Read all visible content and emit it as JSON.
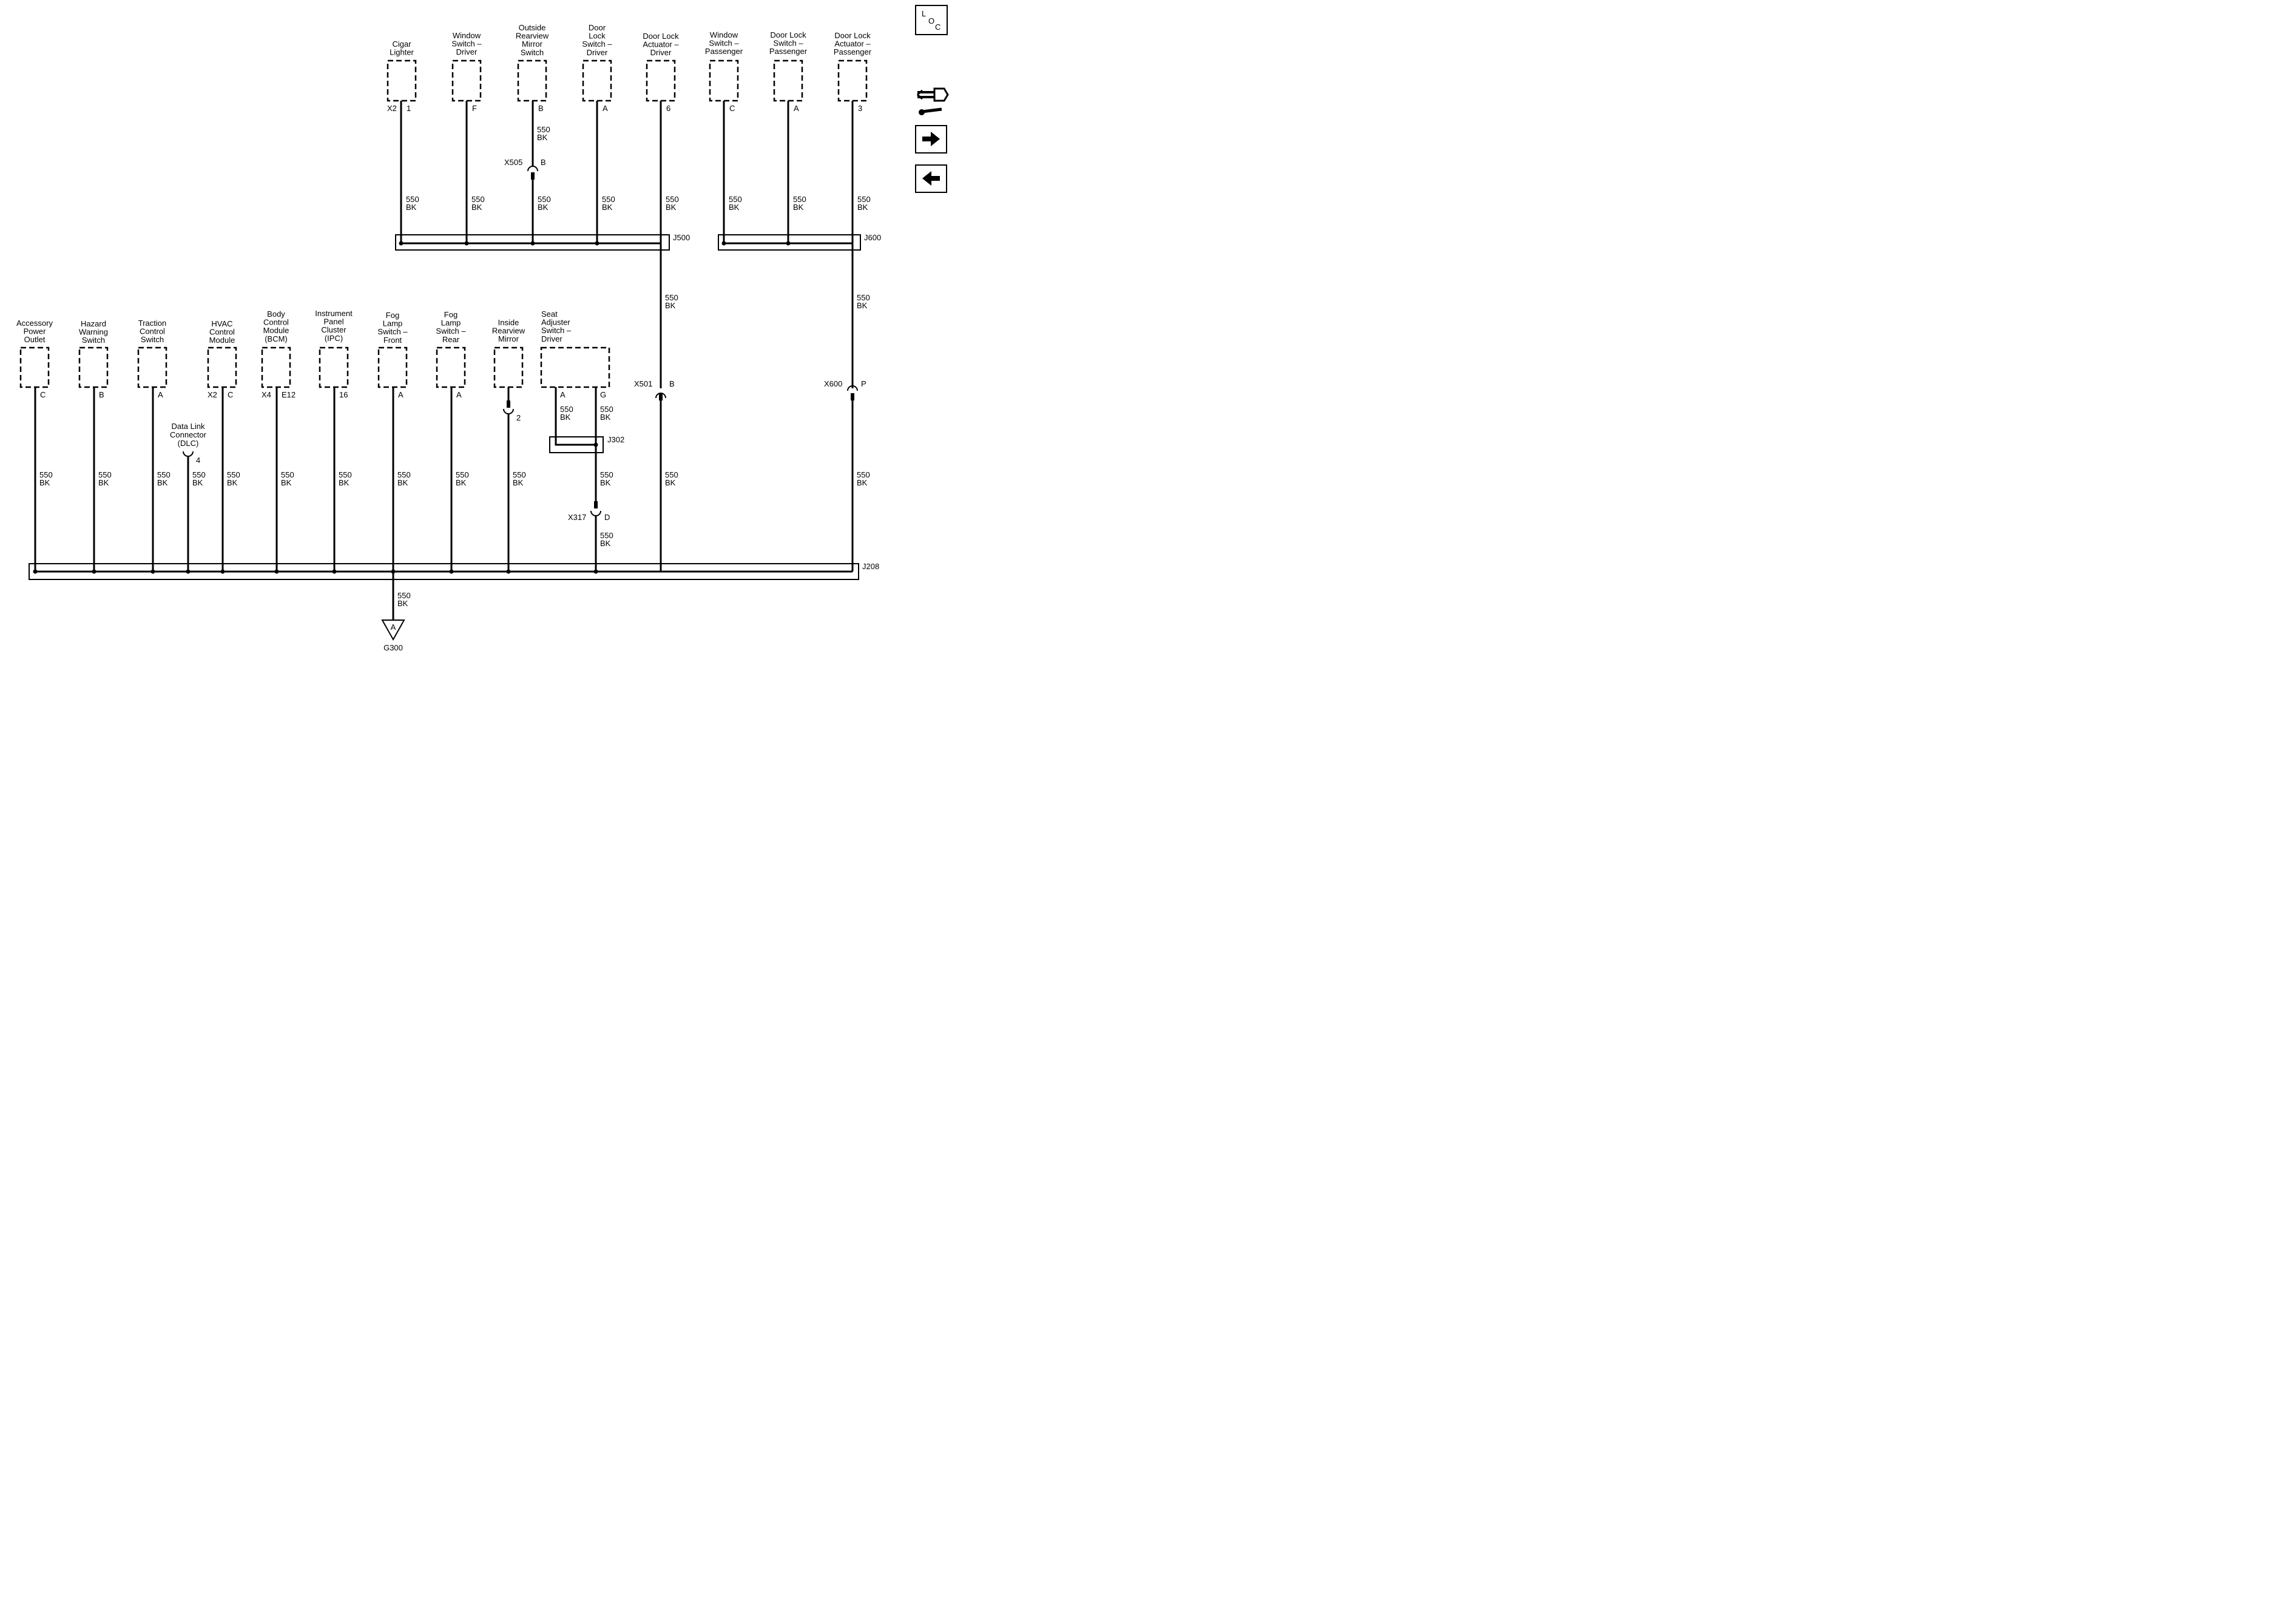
{
  "nav": {
    "loc": {
      "l": "L",
      "o": "O",
      "c": "C",
      "icon": "loc-icon"
    },
    "connector_view_icon": "connector-wrench-icon",
    "next_icon": "arrow-right-icon",
    "prev_icon": "arrow-left-icon"
  },
  "wire": {
    "gauge": "550",
    "color": "BK"
  },
  "top_components": [
    {
      "id": "cigar",
      "l1": "Cigar",
      "l2": "Lighter",
      "l3": "",
      "l4": "",
      "conn": "X2",
      "pin": "1"
    },
    {
      "id": "winsw-drv",
      "l1": "Window",
      "l2": "Switch –",
      "l3": "Driver",
      "l4": "",
      "conn": "",
      "pin": "F"
    },
    {
      "id": "mirror-sw",
      "l1": "Outside",
      "l2": "Rearview",
      "l3": "Mirror",
      "l4": "Switch",
      "conn": "",
      "pin": "B"
    },
    {
      "id": "doorlock-sw-drv",
      "l1": "Door",
      "l2": "Lock",
      "l3": "Switch –",
      "l4": "Driver",
      "conn": "",
      "pin": "A"
    },
    {
      "id": "doorlock-act-drv",
      "l1": "Door Lock",
      "l2": "Actuator –",
      "l3": "Driver",
      "l4": "",
      "conn": "",
      "pin": "6"
    },
    {
      "id": "winsw-pass",
      "l1": "Window",
      "l2": "Switch –",
      "l3": "Passenger",
      "l4": "",
      "conn": "",
      "pin": "C"
    },
    {
      "id": "doorlock-sw-pass",
      "l1": "Door Lock",
      "l2": "Switch –",
      "l3": "Passenger",
      "l4": "",
      "conn": "",
      "pin": "A"
    },
    {
      "id": "doorlock-act-pass",
      "l1": "Door Lock",
      "l2": "Actuator –",
      "l3": "Passenger",
      "l4": "",
      "conn": "",
      "pin": "3"
    }
  ],
  "bottom_components": [
    {
      "id": "acc-outlet",
      "l1": "Accessory",
      "l2": "Power",
      "l3": "Outlet",
      "l4": "",
      "conn": "",
      "pin": "C"
    },
    {
      "id": "hazard",
      "l1": "Hazard",
      "l2": "Warning",
      "l3": "Switch",
      "l4": "",
      "conn": "",
      "pin": "B"
    },
    {
      "id": "traction",
      "l1": "Traction",
      "l2": "Control",
      "l3": "Switch",
      "l4": "",
      "conn": "",
      "pin": "A"
    },
    {
      "id": "hvac",
      "l1": "HVAC",
      "l2": "Control",
      "l3": "Module",
      "l4": "",
      "conn": "X2",
      "pin": "C"
    },
    {
      "id": "bcm",
      "l1": "Body",
      "l2": "Control",
      "l3": "Module",
      "l4": "(BCM)",
      "conn": "X4",
      "pin": "E12"
    },
    {
      "id": "ipc",
      "l1": "Instrument",
      "l2": "Panel",
      "l3": "Cluster",
      "l4": "(IPC)",
      "conn": "",
      "pin": "16"
    },
    {
      "id": "fog-front",
      "l1": "Fog",
      "l2": "Lamp",
      "l3": "Switch –",
      "l4": "Front",
      "conn": "",
      "pin": "A"
    },
    {
      "id": "fog-rear",
      "l1": "Fog",
      "l2": "Lamp",
      "l3": "Switch –",
      "l4": "Rear",
      "conn": "",
      "pin": "A"
    },
    {
      "id": "inside-mirror",
      "l1": "Inside",
      "l2": "Rearview",
      "l3": "Mirror",
      "l4": "",
      "conn": "",
      "pin": ""
    },
    {
      "id": "seat-adj",
      "l1": "Seat",
      "l2": "Adjuster",
      "l3": "Switch –",
      "l4": "Driver",
      "conn": "",
      "pin": ""
    }
  ],
  "dlc": {
    "l1": "Data Link",
    "l2": "Connector",
    "l3": "(DLC)",
    "pin": "4"
  },
  "inside_mirror_pin": "2",
  "seat_pins": {
    "a": "A",
    "g": "G"
  },
  "splices": {
    "j500": "J500",
    "j600": "J600",
    "j302": "J302",
    "j208": "J208"
  },
  "inline": {
    "x505": {
      "name": "X505",
      "pin": "B"
    },
    "x501": {
      "name": "X501",
      "pin": "B"
    },
    "x600": {
      "name": "X600",
      "pin": "P"
    },
    "x317": {
      "name": "X317",
      "pin": "D"
    }
  },
  "ground": {
    "name": "G300",
    "letter": "A"
  }
}
